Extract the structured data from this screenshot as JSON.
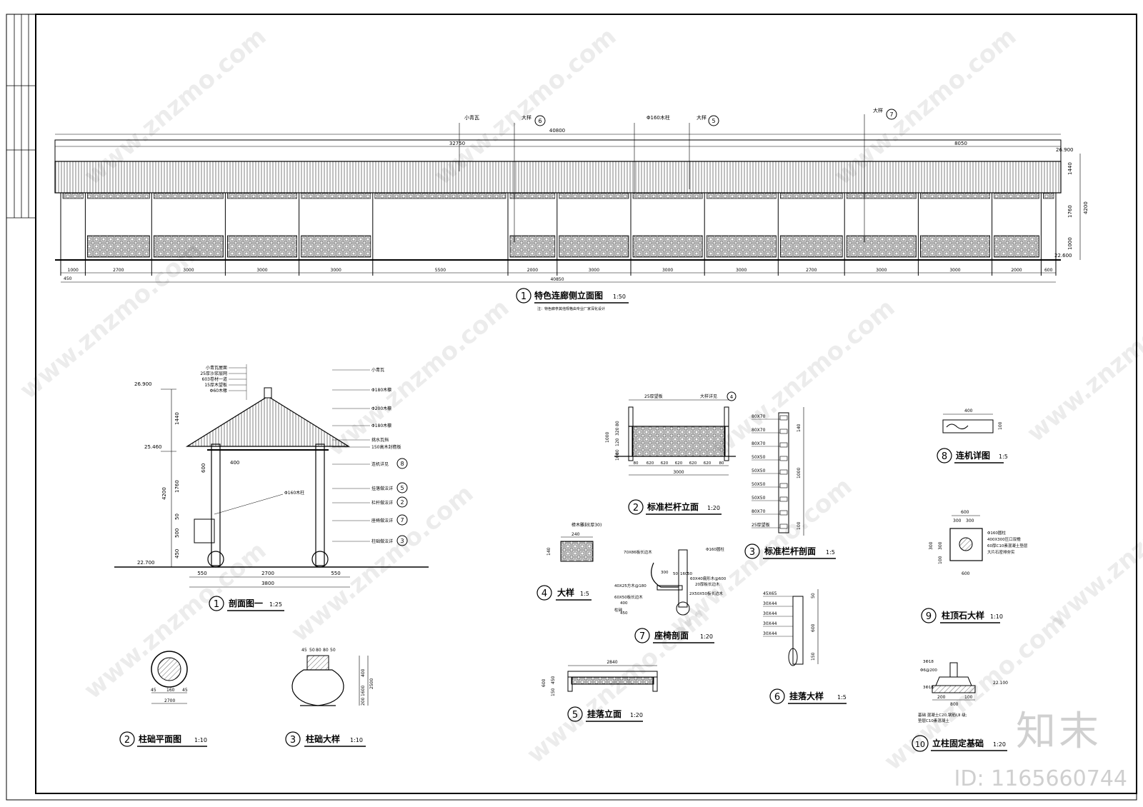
{
  "watermark": "www.znzmo.com",
  "brand": "知末",
  "drawing_id": "ID: 1165660744",
  "elevation": {
    "title": "特色连廊侧立面图",
    "scale": "1:50",
    "num": "1",
    "note": "注：特色廊亭其他规格由专业厂家深化设计",
    "callouts": [
      "小青瓦",
      "大样",
      "Φ160木柱",
      "大样",
      "大样"
    ],
    "callout_nums": [
      "6",
      "5",
      "7"
    ],
    "top_dims": [
      "40800",
      "32750",
      "8050"
    ],
    "bays": [
      "1000",
      "2700",
      "3000",
      "3000",
      "3000",
      "5500",
      "2000",
      "3000",
      "3000",
      "3000",
      "2700",
      "3000",
      "3000",
      "2000",
      "600"
    ],
    "start_dim": "450",
    "total_dim": "40850",
    "elev_top": "26.900",
    "elev_bottom": "22.600",
    "right_dims": [
      "1440",
      "1760",
      "1000",
      "4200"
    ]
  },
  "section1": {
    "title": "剖面图一",
    "scale": "1:25",
    "num": "1",
    "layers": [
      "小青瓦屋面",
      "25厚沙浆层网",
      "603卷材一道",
      "15厚木望板",
      "Φ60木椽"
    ],
    "right_labels": [
      "小青瓦",
      "Φ180木檩",
      "Φ200木檩",
      "Φ180木檩",
      "挑水瓦挡",
      "150高木封檐板",
      "连机详见",
      "挂落做法详",
      "栏杆做法详",
      "座椅做法详",
      "柱础做法详"
    ],
    "right_nums": [
      "8",
      "5",
      "2",
      "7",
      "3"
    ],
    "left_col": "Φ160木柱",
    "elevs": [
      "26.900",
      "25.460",
      "22.700"
    ],
    "vdims": [
      "1440",
      "4200",
      "1760",
      "600",
      "50",
      "500",
      "450"
    ],
    "hdims": [
      "550",
      "2700",
      "550",
      "3800"
    ],
    "d400": "400"
  },
  "railing": {
    "title": "标准栏杆立面",
    "scale": "1:20",
    "num": "2",
    "top_labels": [
      "25厚望板",
      "大样详见"
    ],
    "callout_num": "4",
    "dims": [
      "80",
      "320",
      "120",
      "80",
      "1000",
      "100"
    ],
    "bottom_dims": [
      "80",
      "620",
      "620",
      "620",
      "620",
      "620",
      "80"
    ],
    "total": "3000"
  },
  "railing_sec": {
    "title": "标准栏杆剖面",
    "scale": "1:5",
    "num": "3",
    "labels": [
      "80X70",
      "80X70",
      "80X70",
      "50X50",
      "50X50",
      "50X50",
      "50X50",
      "80X70",
      "25厚望板"
    ],
    "right_dims": [
      "140",
      "1000",
      "100"
    ]
  },
  "detail4": {
    "title": "大样",
    "scale": "1:5",
    "num": "4",
    "label": "樟木雕刻(厚30)",
    "d": "240",
    "h": "140"
  },
  "bench": {
    "title": "座椅剖面",
    "scale": "1:20",
    "num": "7",
    "labels": [
      "70X86板长边木",
      "Φ160圆柱",
      "60X40扁形木@600",
      "20厚板长边木",
      "40X25方木@180",
      "2X50X50板长边木",
      "60X50板长边木",
      "柱础"
    ],
    "dims": [
      "300",
      "50",
      "160",
      "50",
      "400",
      "450"
    ]
  },
  "hangfall": {
    "title": "挂落立面",
    "scale": "1:20",
    "num": "5",
    "width": "2840",
    "dims": [
      "600",
      "450",
      "150"
    ]
  },
  "hangdetail": {
    "title": "挂落大样",
    "scale": "1:5",
    "num": "6",
    "labels": [
      "45X65",
      "30X44",
      "30X44",
      "30X44",
      "30X44"
    ],
    "dims": [
      "50",
      "600",
      "150"
    ]
  },
  "lianji": {
    "title": "连机详图",
    "scale": "1:5",
    "num": "8",
    "width": "400",
    "h": "100"
  },
  "captop": {
    "title": "柱顶石大样",
    "scale": "1:10",
    "num": "9",
    "labels": [
      "Φ160圆柱",
      "400X300压口双檐",
      "60厚C10素混凝土垫层",
      "大片石密排夯实"
    ],
    "dims": [
      "600",
      "300",
      "300",
      "100",
      "600",
      "300",
      "300"
    ]
  },
  "footing": {
    "title": "立柱固定基础",
    "scale": "1:20",
    "num": "10",
    "labels": [
      "3Φ18",
      "Φ6@200",
      "3Φ18",
      "基础 混凝土C20,钢筋I,II 级;",
      "垫层C10素混凝土"
    ],
    "dims": [
      "800",
      "200",
      "100",
      "22.100"
    ]
  },
  "base_plan": {
    "title": "柱础平面图",
    "scale": "1:10",
    "num": "2",
    "dims": [
      "45",
      "160",
      "45",
      "2700"
    ]
  },
  "base_detail": {
    "title": "柱础大样",
    "scale": "1:10",
    "num": "3",
    "dims": [
      "45",
      "50",
      "80",
      "80",
      "50",
      "400",
      "1600",
      "2500",
      "200"
    ]
  }
}
